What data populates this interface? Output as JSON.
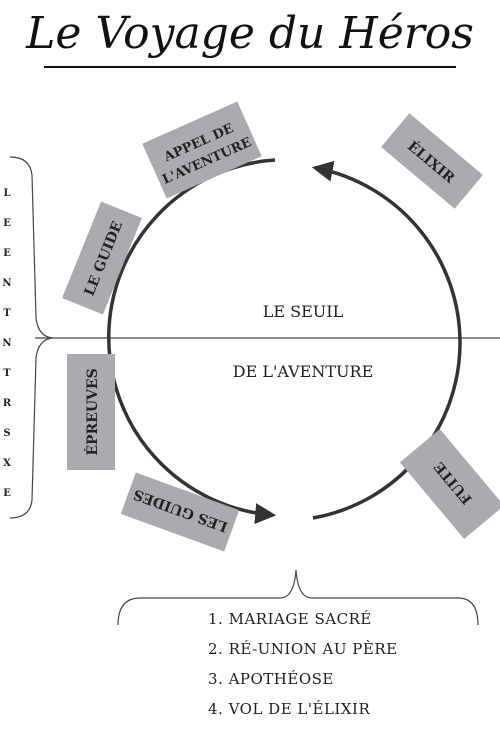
{
  "title": "Le Voyage du Héros",
  "threshold_top": "LE SEUIL",
  "threshold_bottom": "DE L'AVENTURE",
  "stages": {
    "appel_line1": "APPEL DE",
    "appel_line2": "L'AVENTURE",
    "guide": "LE GUIDE",
    "epreuves": "ÉPREUVES",
    "les_guides": "LES GUIDES",
    "elixir": "ÉLIXIR",
    "fuite": "FUITE"
  },
  "side_letters": [
    "L",
    "E",
    "E",
    "N",
    "T",
    "N",
    "T",
    "R",
    "S",
    "X",
    "E"
  ],
  "list": [
    "1. MARIAGE SACRÉ",
    "2. RÉ-UNION AU PÈRE",
    "3. APOTHÉOSE",
    "4. VOL DE L'ÉLIXIR"
  ],
  "colors": {
    "label_box": "#a9abae",
    "line": "#333333",
    "text": "#222222"
  }
}
